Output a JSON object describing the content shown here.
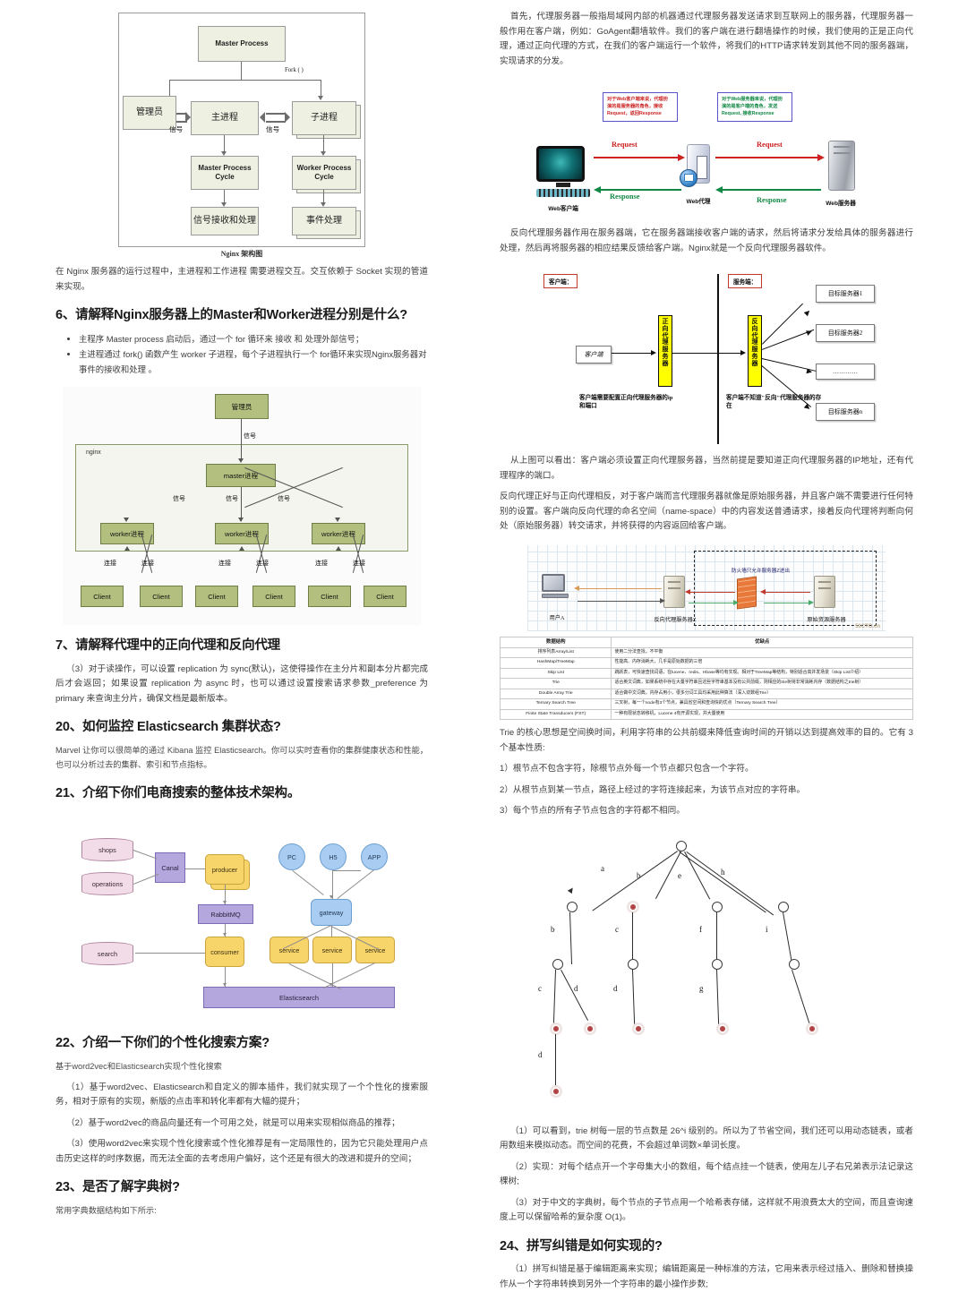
{
  "left": {
    "fig_nginx_arch": {
      "caption": "Nginx 架构图",
      "nodes": {
        "master_process": "Master Process",
        "admin": "管理员",
        "main_process": "主进程",
        "child_process": "子进程",
        "master_cycle": "Master Process Cycle",
        "worker_cycle": "Worker Process Cycle",
        "signal_recv": "信号接收和处理",
        "event_handle": "事件处理"
      },
      "labels": {
        "fork": "Fork ( )",
        "signal1": "信号",
        "signal2": "信号"
      }
    },
    "para_socket": "在 Nginx 服务器的运行过程中，主进程和工作进程 需要进程交互。交互依赖于 Socket 实现的管道来实现。",
    "q6": {
      "heading": "6、请解释Nginx服务器上的Master和Worker进程分别是什么?",
      "bullets": [
        "主程序 Master process 启动后，通过一个 for 循环来 接收 和 处理外部信号；",
        "主进程通过 fork() 函数产生 worker 子进程，每个子进程执行一个 for循环来实现Nginx服务器对事件的接收和处理 。"
      ]
    },
    "fig_nginx_signal": {
      "admin": "管理员",
      "container": "nginx",
      "master": "master进程",
      "workers": [
        "worker进程",
        "worker进程",
        "worker进程"
      ],
      "clients": [
        "Client",
        "Client",
        "Client",
        "Client",
        "Client",
        "Client"
      ],
      "signal_label": "信号",
      "connect_label": "连接"
    },
    "q7": {
      "heading": "7、请解释代理中的正向代理和反向代理"
    },
    "para_replication": "（3）对于读操作，可以设置 replication 为 sync(默认)，这使得操作在主分片和副本分片都完成后才会返回；如果设置 replication 为 async 时，也可以通过设置搜索请求参数_preference 为 primary 来查询主分片，确保文档是最新版本。",
    "q20": {
      "heading": "20、如何监控 Elasticsearch 集群状态?",
      "body": "Marvel 让你可以很简单的通过 Kibana 监控 Elasticsearch。你可以实时查看你的集群健康状态和性能，也可以分析过去的集群、索引和节点指标。"
    },
    "q21": {
      "heading": "21、介绍下你们电商搜索的整体技术架构。"
    },
    "fig_ecom": {
      "nodes": {
        "shops": "shops",
        "operations": "operations",
        "search": "search",
        "canal": "Canal",
        "producer": "producer",
        "rabbitmq": "RabbitMQ",
        "consumer": "consumer",
        "elasticsearch": "Elasticsearch",
        "pc": "PC",
        "h5": "H5",
        "app": "APP",
        "gateway": "gateway",
        "service1": "service",
        "service2": "service",
        "service3": "service"
      }
    },
    "q22": {
      "heading": "22、介绍一下你们的个性化搜索方案?",
      "lead": "基于word2vec和Elasticsearch实现个性化搜索",
      "items": [
        "（1）基于word2vec、Elasticsearch和自定义的脚本插件，我们就实现了一个个性化的搜索服务，相对于原有的实现，新版的点击率和转化率都有大幅的提升；",
        "（2）基于word2vec的商品向量还有一个可用之处，就是可以用来实现相似商品的推荐；",
        "（3）使用word2vec来实现个性化搜索或个性化推荐是有一定局限性的，因为它只能处理用户点击历史这样的时序数据，而无法全面的去考虑用户偏好，这个还是有很大的改进和提升的空间；"
      ]
    },
    "q23": {
      "heading": "23、是否了解字典树?",
      "body": "常用字典数据结构如下所示:"
    }
  },
  "right": {
    "para_proxy_intro": "首先，代理服务器一般指局域网内部的机器通过代理服务器发送请求到互联网上的服务器，代理服务器一般作用在客户端，例如：GoAgent翻墙软件。我们的客户端在进行翻墙操作的时候，我们使用的正是正向代理，通过正向代理的方式，在我们的客户端运行一个软件，将我们的HTTP请求转发到其他不同的服务器端，实现请求的分发。",
    "fig_webproxy": {
      "note_left": {
        "l1": "对于Web客户端来说，代理扮",
        "l2": "演的是服务器的角色，接收",
        "l3": "Request，返回Response"
      },
      "note_right": {
        "l1": "对于Web服务器来说，代理扮",
        "l2": "演的是客户端的角色，发送",
        "l3": "Request, 接收Response"
      },
      "request_label": "Request",
      "response_label": "Response",
      "cap_client": "Web客户端",
      "cap_proxy": "Web代理",
      "cap_server": "Web服务器"
    },
    "para_reverse": "反向代理服务器作用在服务器端，它在服务器端接收客户端的请求，然后将请求分发给具体的服务器进行处理，然后再将服务器的相应结果反馈给客户端。Nginx就是一个反向代理服务器软件。",
    "fig_fwdrev": {
      "tag_client": "客户端：",
      "tag_server": "服务端：",
      "client_box": "客户端",
      "forward_proxy": "正向代理服务器",
      "reverse_proxy": "反向代理服务器",
      "targets": [
        "目标服务器1",
        "目标服务器2",
        "…………",
        "目标服务器n"
      ],
      "note_left": "客户端需要配置正向代理服务器的ip和端口",
      "note_right": "客户端不知道\"反向\"代理服务器的存在"
    },
    "para_conclusion_1": "从上图可以看出：客户端必须设置正向代理服务器，当然前提是要知道正向代理服务器的IP地址，还有代理程序的端口。",
    "para_conclusion_2": "反向代理正好与正向代理相反，对于客户端而言代理服务器就像是原始服务器，并且客户端不需要进行任何特别的设置。客户端向反向代理的命名空间（name-space）中的内容发送普通请求，接着反向代理将判断向何处（原始服务器）转交请求，并将获得的内容返回给客户端。",
    "fig_firewall": {
      "user": "用户A",
      "proxy": "反向代理服务器Z",
      "origin": "原始资源服务器",
      "firewall_note": "防火墙只允许服务器Z进出",
      "watermark": "51CTO.cn"
    },
    "table_ds": {
      "headers": [
        "数据结构",
        "优缺点"
      ],
      "rows": [
        [
          "排序列表Array/List",
          "使用二分法查找，不平衡"
        ],
        [
          "HashMap/TreeMap",
          "性能高、内存消耗大，几乎是原始数据的三倍"
        ],
        [
          "Skip List",
          "跳跃表，可快速查找词语，在lucene、redis、Hbase等均有实现。相对于TreeMap等结构，特别适合高并发场景（Skip List介绍）"
        ],
        [
          "Trie",
          "适合英文词典，如果系统中存在大量字符串且这些字符串基本没有公共前缀，则相应的trie树将非常消耗内存（数据结构之trie树）"
        ],
        [
          "Double Array Trie",
          "适合做中文词典，内存占用小，很多分词工具均采用此种算法（深入双数组Trie）"
        ],
        [
          "Ternary Search Tree",
          "三叉树，每一个node有3个节点，兼具省空间和查询快的优点（Ternary Search Tree）"
        ],
        [
          "Finite State Transducers (FST)",
          "一种有限状态转移机，Lucene 4有开源实现，并大量使用"
        ]
      ]
    },
    "para_trie_core": "Trie 的核心思想是空间换时间，利用字符串的公共前缀来降低查询时间的开销以达到提高效率的目的。它有 3 个基本性质:",
    "trie_props": [
      "1）根节点不包含字符，除根节点外每一个节点都只包含一个字符。",
      "2）从根节点到某一节点，路径上经过的字符连接起来，为该节点对应的字符串。",
      "3）每个节点的所有子节点包含的字符都不相同。"
    ],
    "fig_trie": {
      "edges": [
        "a",
        "b",
        "e",
        "h",
        "b",
        "c",
        "f",
        "i",
        "c",
        "d",
        "d",
        "g",
        "d"
      ]
    },
    "trie_notes": [
      "（1）可以看到，trie 树每一层的节点数是 26^i 级别的。所以为了节省空间，我们还可以用动态链表，或者用数组来模拟动态。而空间的花费，不会超过单词数×单词长度。",
      "（2）实现：对每个结点开一个字母集大小的数组，每个结点挂一个链表，使用左儿子右兄弟表示法记录这棵树;",
      "（3）对于中文的字典树，每个节点的子节点用一个哈希表存储，这样就不用浪费太大的空间，而且查询速度上可以保留哈希的复杂度 O(1)。"
    ],
    "q24": {
      "heading": "24、拼写纠错是如何实现的?",
      "item1": "（1）拼写纠错是基于编辑距离来实现；编辑距离是一种标准的方法，它用来表示经过插入、删除和替换操作从一个字符串转换到另外一个字符串的最小操作步数;"
    }
  }
}
